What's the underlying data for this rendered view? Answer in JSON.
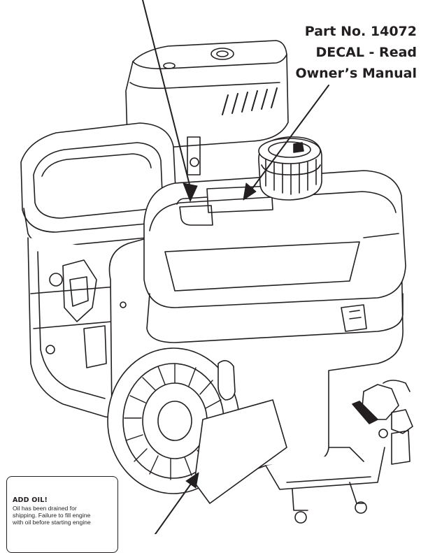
{
  "callout": {
    "part_number": "Part No. 14072",
    "line2": "DECAL - Read",
    "line3": "Owner’s Manual"
  },
  "oil_tag": {
    "title": "ADD OIL!",
    "body_line1": "Oil has been drained for",
    "body_line2": "shipping.  Failure to fill engine",
    "body_line3": "with oil before starting engine"
  },
  "diagram": {
    "subject": "small-engine-line-drawing",
    "line_color": "#231f20",
    "fill_color": "#ffffff"
  }
}
